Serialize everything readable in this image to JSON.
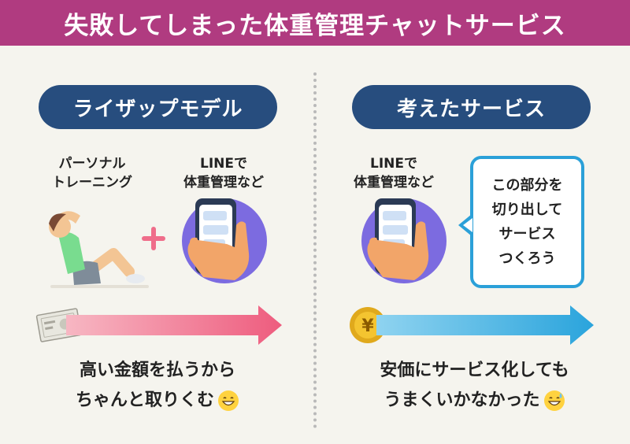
{
  "title": "失敗してしまった体重管理チャットサービス",
  "left": {
    "heading": "ライザップモデル",
    "label_personal": "パーソナル\nトレーニング",
    "label_line": "LINEで\n体重管理など",
    "caption_line1": "高い金額を払うから",
    "caption_line2": "ちゃんと取りくむ"
  },
  "right": {
    "heading": "考えたサービス",
    "label_line": "LINEで\n体重管理など",
    "bubble": "この部分を\n切り出して\nサービス\nつくろう",
    "coin_symbol": "¥",
    "caption_line1": "安価にサービス化しても",
    "caption_line2": "うまくいかなかった"
  },
  "colors": {
    "header": "#b03b80",
    "pill": "#274d7e",
    "arrow_left": "#ee5c7e",
    "arrow_right": "#2aa4dc",
    "bubble_border": "#2ba0d8"
  },
  "icons": [
    "sit-up-person-icon",
    "plus-icon",
    "smartphone-in-hand-icon",
    "banknote-icon",
    "yen-coin-icon",
    "grin-emoji-icon",
    "sweat-grin-emoji-icon"
  ]
}
